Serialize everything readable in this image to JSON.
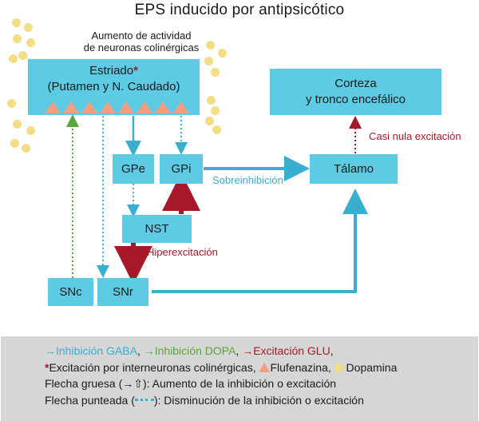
{
  "title": "EPS inducido por antipsicótico",
  "note": {
    "line1": "Aumento de actividad",
    "line2": "de neuronas colinérgicas"
  },
  "boxes": {
    "estriado_line1": "Estriado",
    "estriado_star": "*",
    "estriado_line2": "(Putamen y N. Caudado)",
    "corteza_line1": "Corteza",
    "corteza_line2": "y tronco encefálico",
    "gpe": "GPe",
    "gpi": "GPi",
    "talamo": "Tálamo",
    "nst": "NST",
    "snc": "SNc",
    "snr": "SNr"
  },
  "arrow_labels": {
    "sobreinhibicion": "Sobreinhibición",
    "hiperexcitacion": "Hiperexcitación",
    "casi_nula": "Casi nula excitación"
  },
  "legend": {
    "gaba": "→Inhibición GABA",
    "dopa": "→Inhibición DOPA",
    "glu": "→Excitación GLU",
    "sep": ", ",
    "end_comma": ",",
    "star": "*",
    "colin": "Excitación por interneuronas colinérgicas, ",
    "fluf": "Flufenazina",
    "dopamina": "Dopamina",
    "gruesa": "Flecha gruesa (→⇧): Aumento de la inhibición o excitación",
    "punteada_pre": "Flecha punteada (",
    "punteada_post": "): Disminución de la inhibición o excitación"
  },
  "colors": {
    "box": "#5ccbe3",
    "gaba": "#3aaecf",
    "dopa": "#58a63a",
    "glu": "#a8182b",
    "flufenazina": "#f59e7b",
    "dopamina": "#f3dd85"
  }
}
